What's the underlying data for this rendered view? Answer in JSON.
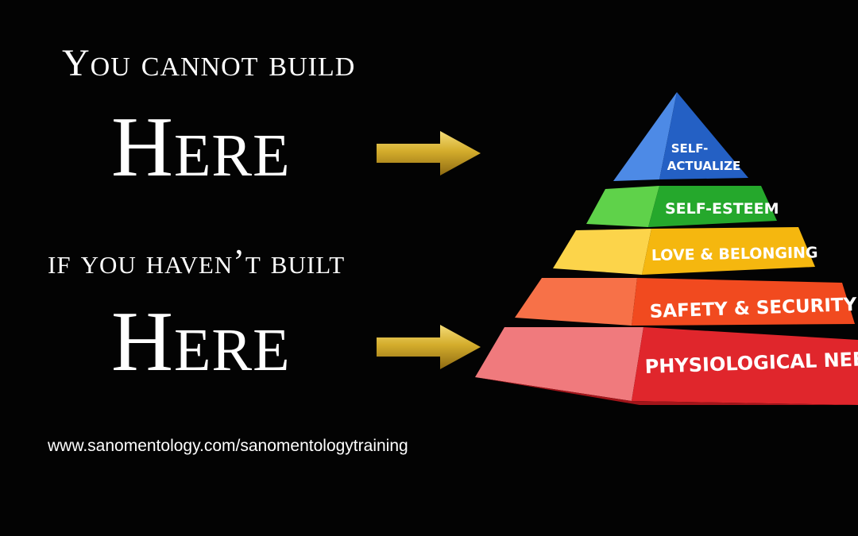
{
  "headline": {
    "line1": "You cannot build",
    "here_top": "Here",
    "line2": "if you haven’t built",
    "here_bottom": "Here"
  },
  "url": "www.sanomentology.com/sanomentologytraining",
  "arrows": [
    {
      "icon": "gold-arrow-right-icon",
      "color": "#c9a227"
    },
    {
      "icon": "gold-arrow-right-icon",
      "color": "#c9a227"
    }
  ],
  "pyramid": {
    "tiers": [
      {
        "line1": "SELF-",
        "line2": "ACTUALIZE",
        "color": "#2f6fd0"
      },
      {
        "label": "SELF-ESTEEM",
        "color": "#2fb82f"
      },
      {
        "label": "LOVE & BELONGING",
        "color": "#f7c01c"
      },
      {
        "label": "SAFETY & SECURITY",
        "color": "#f2562a"
      },
      {
        "label": "PHYSIOLOGICAL NEEDS",
        "color": "#e8282e"
      }
    ]
  }
}
